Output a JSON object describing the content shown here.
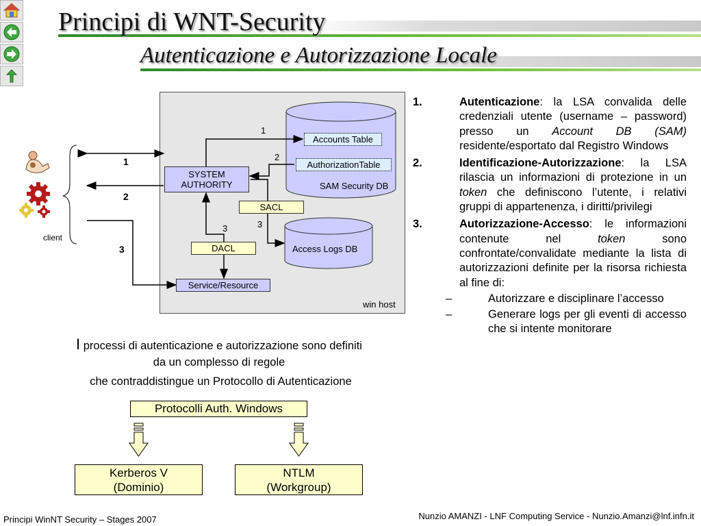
{
  "nav": [
    "home-icon",
    "back-arrow-icon",
    "forward-arrow-icon",
    "return-arrow-icon"
  ],
  "header": {
    "title": "Principi di WNT-Security",
    "subtitle": "Autenticazione e Autorizzazione Locale"
  },
  "diagram": {
    "accounts_table": "Accounts Table",
    "authorization_table": "AuthorizationTable",
    "sam_db": "SAM Security DB",
    "system_authority": "SYSTEM AUTHORITY",
    "sacl": "SACL",
    "access_logs_db": "Access Logs DB",
    "dacl": "DACL",
    "service_resource": "Service/Resource",
    "win_host": "win host",
    "client": "client",
    "step1": "1",
    "step2": "2",
    "step3": "3",
    "n1": "1",
    "n2": "2",
    "n3a": "3",
    "n3b": "3"
  },
  "list": {
    "items": [
      {
        "num": "1.",
        "term": "Autenticazione",
        "rest": ": la LSA convalida delle credenziali utente (username – password) presso un ",
        "ital": "Account DB (SAM)",
        "rest2": " residente/esportato dal Registro Windows"
      },
      {
        "num": "2.",
        "term": "Identificazione-Autorizzazione",
        "rest": ": la LSA rilascia un informazioni di protezione in un ",
        "ital": "token",
        "rest2": " che definiscono l’utente, i relativi gruppi di appartenenza, i diritti/privilegi"
      },
      {
        "num": "3.",
        "term": "Autorizzazione-Accesso",
        "rest": ": le informazioni contenute nel ",
        "ital": "token",
        "rest2": " sono confrontate/convalidate mediante la lista di autorizzazioni definite per la risorsa richiesta al fine di:"
      }
    ],
    "subitems": [
      {
        "dash": "–",
        "text": "Autorizzare e disciplinare l’accesso"
      },
      {
        "dash": "–",
        "text": "Generare logs per gli eventi di accesso che si intente monitorare"
      }
    ]
  },
  "body_text": {
    "big_i": "I",
    "line1": " processi di autenticazione e autorizzazione sono definiti",
    "line2": "da un complesso di regole",
    "line3": "che contraddistingue un Protocollo di Autenticazione"
  },
  "protocols": {
    "header": "Protocolli Auth. Windows",
    "kerberos_line1": "Kerberos V",
    "kerberos_line2": "(Dominio)",
    "ntlm_line1": "NTLM",
    "ntlm_line2": "(Workgroup)"
  },
  "footer": {
    "left": "Principi WinNT Security – Stages 2007",
    "right": "Nunzio AMANZI - LNF Computing Service - Nunzio.Amanzi@lnf.infn.it"
  }
}
